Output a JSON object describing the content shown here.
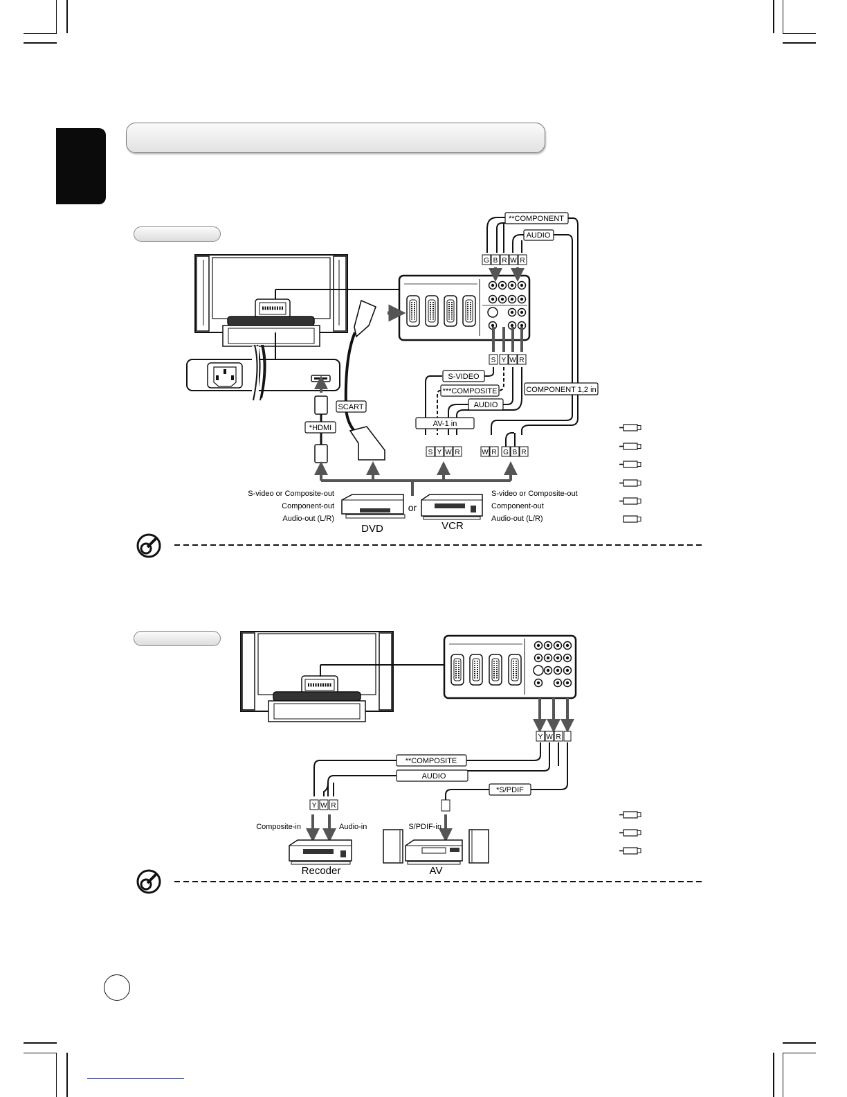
{
  "diagram1": {
    "labels": {
      "component": "**COMPONENT",
      "audio_top": "AUDIO",
      "svideo": "S-VIDEO",
      "composite": "***COMPOSITE",
      "audio_mid": "AUDIO",
      "component_in": "COMPONENT 1,2 in",
      "av1_in": "AV-1 in",
      "scart": "SCART",
      "hdmi": "*HDMI",
      "or": "or"
    },
    "plug_letters_top": [
      "G",
      "B",
      "R",
      "W",
      "R"
    ],
    "plug_letters_mid": [
      "S",
      "Y",
      "W",
      "R"
    ],
    "plug_letters_bottom_left": [
      "S",
      "Y",
      "W",
      "R"
    ],
    "plug_letters_bottom_right": [
      "W",
      "R",
      "G",
      "B",
      "R"
    ],
    "dvd": {
      "name": "DVD",
      "outputs": [
        "S-video or Composite-out",
        "Component-out",
        "Audio-out (L/R)"
      ]
    },
    "vcr": {
      "name": "VCR",
      "outputs": [
        "S-video or Composite-out",
        "Component-out",
        "Audio-out (L/R)"
      ]
    }
  },
  "diagram2": {
    "labels": {
      "composite": "**COMPOSITE",
      "audio": "AUDIO",
      "spdif": "*S/PDIF"
    },
    "plug_letters_top": [
      "Y",
      "W",
      "R"
    ],
    "plug_letters_bottom": [
      "Y",
      "W",
      "R"
    ],
    "recorder": {
      "name": "Recoder",
      "left_label": "Composite-in",
      "right_label": "Audio-in"
    },
    "av": {
      "name": "AV",
      "label": "S/PDIF-in"
    }
  }
}
